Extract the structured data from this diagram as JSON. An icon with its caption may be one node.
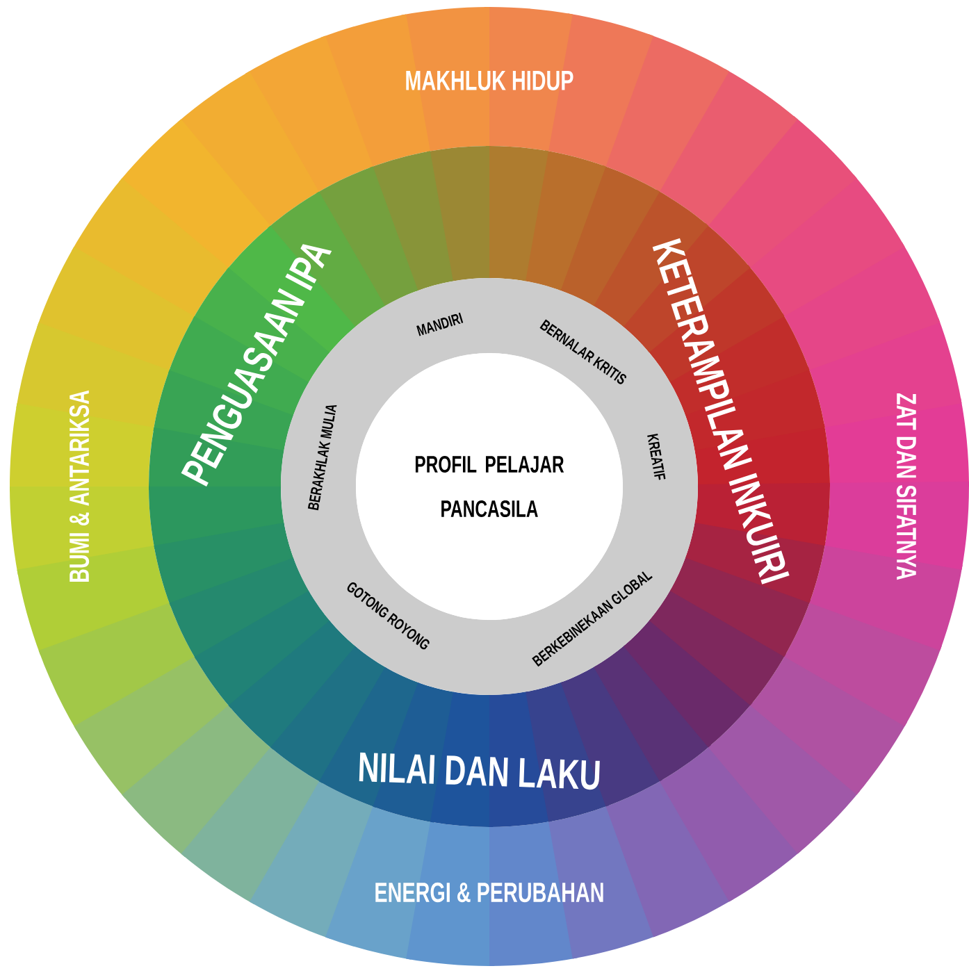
{
  "diagram": {
    "nodes": [
      {
        "text": [
          "MAKHLUK HIDUP",
          "ZAT DAN SIFATNYA",
          "ENERGI & PERUBAHAN",
          "BUMI & ANTARIKSA"
        ]
      },
      {
        "text": [
          "PENGUASAAN IPA",
          "KETERAMPILAN INKUIRI",
          "NILAI DAN LAKU"
        ],
        "in": 0
      },
      {
        "text": [
          "MANDIRI",
          "BERNALAR KRITIS",
          "KREATIF",
          "BERKEBINEKAAN GLOBAL",
          "GOTONG ROYONG",
          "BERAKHLAK MULIA"
        ],
        "in": 1
      },
      {
        "text": [
          "PROFIL PELAJAR PANCASILA"
        ],
        "in": 2
      }
    ]
  }
}
